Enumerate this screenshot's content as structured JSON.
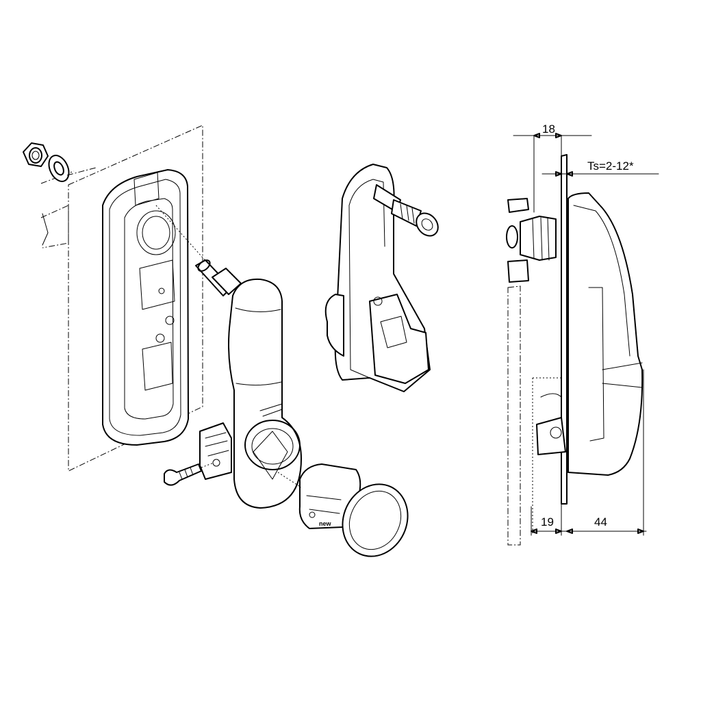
{
  "dimensions": {
    "top_width": "18",
    "thickness": "Ts=2-12*",
    "bottom_left": "19",
    "bottom_right": "44"
  },
  "cylinder_mark": "new"
}
